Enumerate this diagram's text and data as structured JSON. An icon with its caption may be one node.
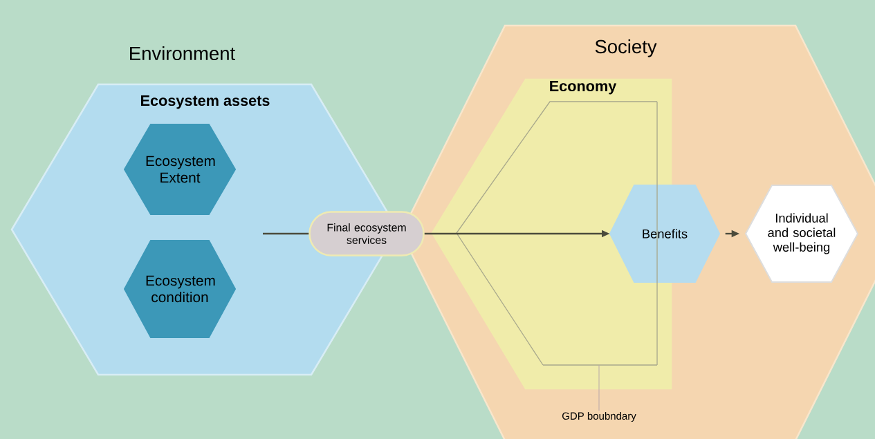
{
  "diagram": {
    "nodes": [
      {
        "text": [
          "Ecosystem assets"
        ]
      },
      {
        "text": [
          "Ecosystem Extent"
        ],
        "in": 0
      },
      {
        "text": [
          "Ecosystem condition"
        ],
        "in": 0
      },
      {
        "text": [
          "Society"
        ]
      },
      {
        "text": [
          "Economy"
        ],
        "in": 3
      },
      {
        "text": [
          "Final ecosystem services"
        ]
      },
      {
        "text": [
          "Benefits"
        ],
        "in": 3
      },
      {
        "text": [
          "Individual and societal well-being"
        ],
        "in": 3
      },
      {
        "text": [],
        "shape": "line",
        "in": 4
      },
      {
        "text": [
          "GDP boubndary"
        ],
        "in": 3
      }
    ],
    "edges": [
      {
        "from": null,
        "to": 5,
        "arrow": "none"
      },
      {
        "from": 5,
        "to": 6,
        "arrow": "to"
      },
      {
        "from": 6,
        "to": 7,
        "arrow": "to"
      },
      {
        "from": 9,
        "to": 8,
        "arrow": "none",
        "color": "#b9a9a9"
      }
    ],
    "labels": [
      "Environment"
    ]
  }
}
